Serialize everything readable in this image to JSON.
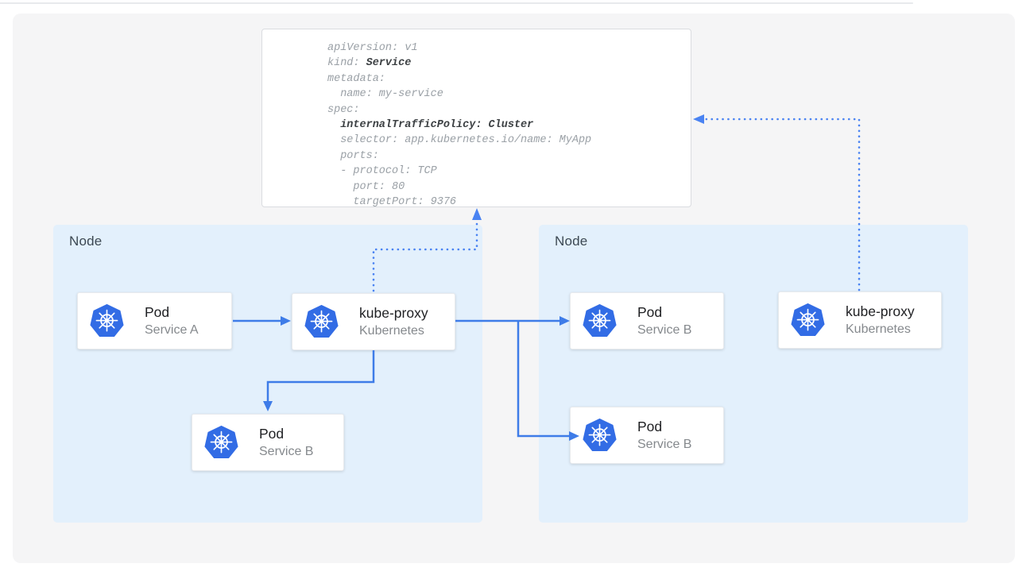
{
  "yaml_card": {
    "lines": [
      {
        "segments": [
          {
            "text": "apiVersion: v1",
            "bold": false
          }
        ]
      },
      {
        "segments": [
          {
            "text": "kind: ",
            "bold": false
          },
          {
            "text": "Service",
            "bold": true
          }
        ]
      },
      {
        "segments": [
          {
            "text": "metadata:",
            "bold": false
          }
        ]
      },
      {
        "segments": [
          {
            "text": "  name: my-service",
            "bold": false
          }
        ]
      },
      {
        "segments": [
          {
            "text": "spec:",
            "bold": false
          }
        ]
      },
      {
        "segments": [
          {
            "text": "  ",
            "bold": false
          },
          {
            "text": "internalTrafficPolicy: Cluster",
            "bold": true
          }
        ]
      },
      {
        "segments": [
          {
            "text": "  selector: app.kubernetes.io/name: MyApp",
            "bold": false
          }
        ]
      },
      {
        "segments": [
          {
            "text": "  ports:",
            "bold": false
          }
        ]
      },
      {
        "segments": [
          {
            "text": "  - protocol: TCP",
            "bold": false
          }
        ]
      },
      {
        "segments": [
          {
            "text": "    port: 80",
            "bold": false
          }
        ]
      },
      {
        "segments": [
          {
            "text": "    targetPort: 9376",
            "bold": false
          }
        ]
      }
    ]
  },
  "nodes": [
    {
      "label": "Node",
      "entities": [
        {
          "title": "Pod",
          "subtitle": "Service A"
        },
        {
          "title": "kube-proxy",
          "subtitle": "Kubernetes"
        },
        {
          "title": "Pod",
          "subtitle": "Service B"
        }
      ]
    },
    {
      "label": "Node",
      "entities": [
        {
          "title": "Pod",
          "subtitle": "Service B"
        },
        {
          "title": "Pod",
          "subtitle": "Service B"
        },
        {
          "title": "kube-proxy",
          "subtitle": "Kubernetes"
        }
      ]
    }
  ],
  "icons": {
    "kubernetes": "kubernetes-helm-wheel-icon"
  },
  "colors": {
    "arrow_solid": "#3e7ce8",
    "arrow_dotted": "#4a83f2",
    "kubernetes_logo": "#326ce5",
    "node_fill": "#e3f0fc",
    "canvas_fill": "#f5f5f6",
    "code_grey": "#9aa0a6",
    "code_bold": "#3c4043"
  }
}
